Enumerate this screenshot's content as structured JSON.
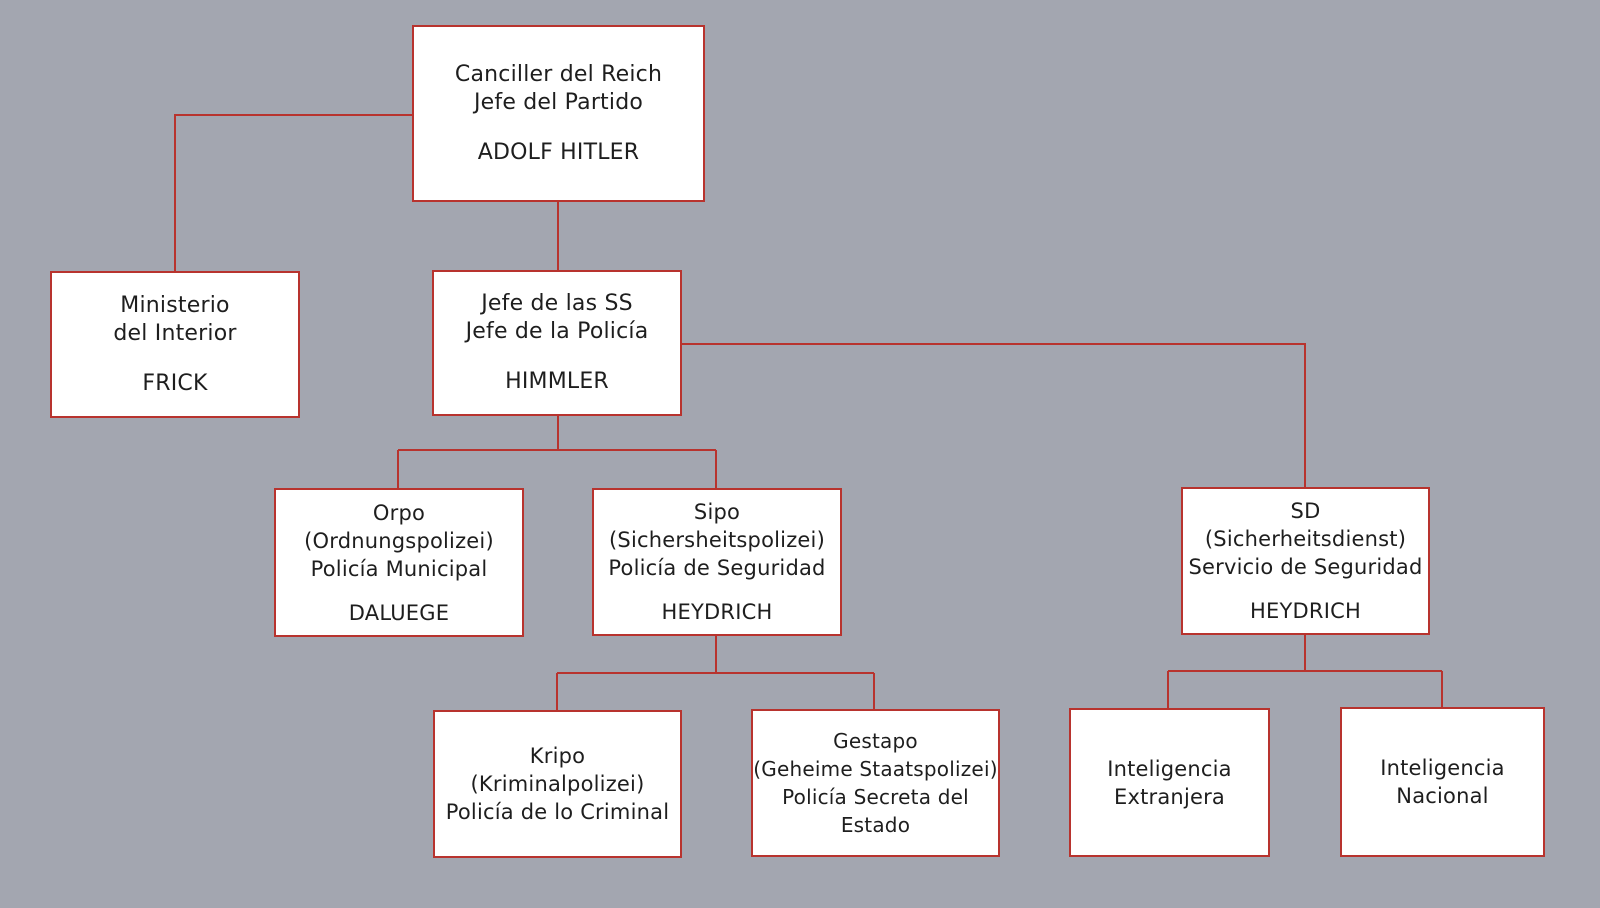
{
  "colors": {
    "background": "#a3a6b0",
    "box_fill": "#ffffff",
    "border": "#b8332e",
    "text": "#1e1e1e"
  },
  "nodes": {
    "hitler": {
      "lines": [
        "Canciller del Reich",
        "Jefe del Partido"
      ],
      "leader": "ADOLF HITLER"
    },
    "interior": {
      "lines": [
        "Ministerio",
        "del Interior"
      ],
      "leader": "FRICK"
    },
    "ss": {
      "lines": [
        "Jefe de las SS",
        "Jefe de la Policía"
      ],
      "leader": "HIMMLER"
    },
    "orpo": {
      "lines": [
        "Orpo",
        "(Ordnungspolizei)",
        "Policía Municipal"
      ],
      "leader": "DALUEGE"
    },
    "sipo": {
      "lines": [
        "Sipo",
        "(Sichersheitspolizei)",
        "Policía de Seguridad"
      ],
      "leader": "HEYDRICH"
    },
    "sd": {
      "lines": [
        "SD",
        "(Sicherheitsdienst)",
        "Servicio de Seguridad"
      ],
      "leader": "HEYDRICH"
    },
    "kripo": {
      "lines": [
        "Kripo",
        "(Kriminalpolizei)",
        "Policía de lo Criminal"
      ]
    },
    "gestapo": {
      "lines": [
        "Gestapo",
        "(Geheime Staatspolizei)",
        "Policía Secreta del",
        "Estado"
      ]
    },
    "intel_ext": {
      "lines": [
        "Inteligencia",
        "Extranjera"
      ]
    },
    "intel_nac": {
      "lines": [
        "Inteligencia",
        "Nacional"
      ]
    }
  },
  "edges": [
    [
      "hitler",
      "interior"
    ],
    [
      "hitler",
      "ss"
    ],
    [
      "ss",
      "orpo"
    ],
    [
      "ss",
      "sipo"
    ],
    [
      "ss",
      "sd"
    ],
    [
      "sipo",
      "kripo"
    ],
    [
      "sipo",
      "gestapo"
    ],
    [
      "sd",
      "intel_ext"
    ],
    [
      "sd",
      "intel_nac"
    ]
  ]
}
